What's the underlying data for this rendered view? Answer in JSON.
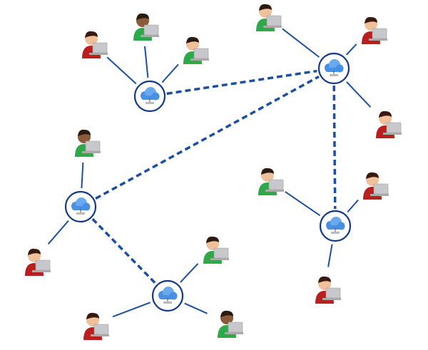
{
  "colors": {
    "link": "#1c4fa0",
    "hub_ring": "#12388a",
    "cloud": "#4a90e2",
    "shirt_green": "#2ea84a",
    "shirt_red": "#b81f1f",
    "laptop": "#c8c8cc"
  },
  "network": {
    "hubs": [
      "hub-1",
      "hub-2",
      "hub-3",
      "hub-4",
      "hub-5"
    ],
    "backbone_links": [
      [
        "hub-1",
        "hub-2"
      ],
      [
        "hub-3",
        "hub-2"
      ],
      [
        "hub-2",
        "hub-4"
      ],
      [
        "hub-3",
        "hub-5"
      ]
    ],
    "users": [
      {
        "hub": "hub-1",
        "shirt": "red",
        "skin": "light"
      },
      {
        "hub": "hub-1",
        "shirt": "green",
        "skin": "dark"
      },
      {
        "hub": "hub-1",
        "shirt": "green",
        "skin": "light"
      },
      {
        "hub": "hub-2",
        "shirt": "green",
        "skin": "light"
      },
      {
        "hub": "hub-2",
        "shirt": "red",
        "skin": "light"
      },
      {
        "hub": "hub-2",
        "shirt": "red",
        "skin": "light"
      },
      {
        "hub": "hub-3",
        "shirt": "green",
        "skin": "dark"
      },
      {
        "hub": "hub-3",
        "shirt": "red",
        "skin": "light"
      },
      {
        "hub": "hub-4",
        "shirt": "green",
        "skin": "light"
      },
      {
        "hub": "hub-4",
        "shirt": "red",
        "skin": "light"
      },
      {
        "hub": "hub-4",
        "shirt": "red",
        "skin": "light"
      },
      {
        "hub": "hub-5",
        "shirt": "green",
        "skin": "light"
      },
      {
        "hub": "hub-5",
        "shirt": "red",
        "skin": "light"
      },
      {
        "hub": "hub-5",
        "shirt": "green",
        "skin": "dark"
      }
    ]
  }
}
